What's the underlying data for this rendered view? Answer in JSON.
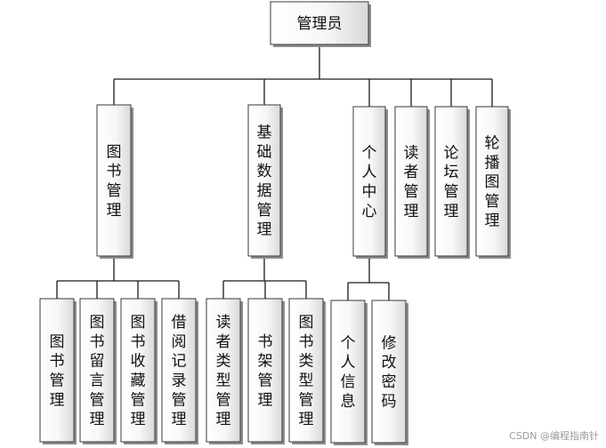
{
  "root": "管理员",
  "branches": [
    {
      "id": "books",
      "label": "图书管理",
      "children": [
        "图书管理",
        "图书留言管理",
        "图书收藏管理",
        "借阅记录管理"
      ]
    },
    {
      "id": "basic-data",
      "label": "基础数据管理",
      "children": [
        "读者类型管理",
        "书架管理",
        "图书类型管理"
      ]
    },
    {
      "id": "personal-center",
      "label": "个人中心",
      "children": [
        "个人信息",
        "修改密码"
      ]
    },
    {
      "id": "readers",
      "label": "读者管理",
      "children": []
    },
    {
      "id": "forum",
      "label": "论坛管理",
      "children": []
    },
    {
      "id": "carousel",
      "label": "轮播图管理",
      "children": []
    }
  ],
  "watermark": "CSDN @编程指南针"
}
